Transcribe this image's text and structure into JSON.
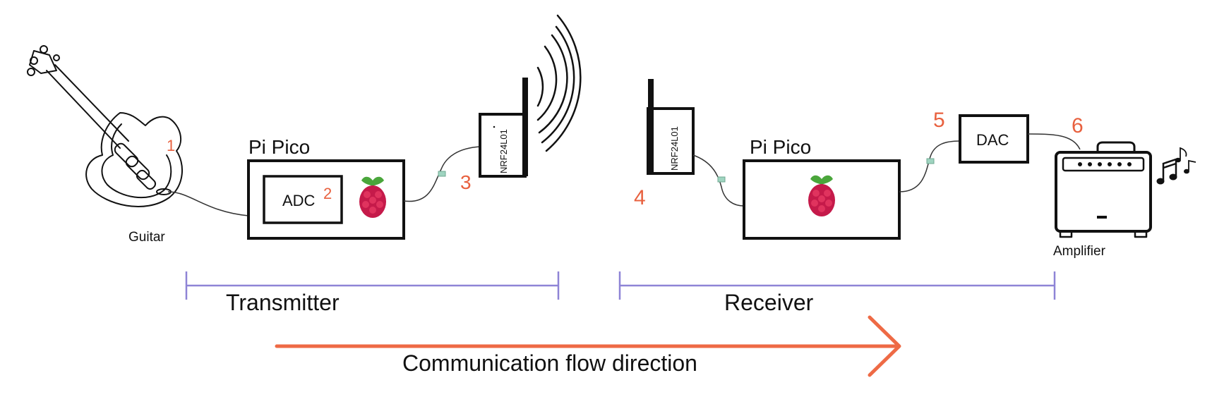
{
  "labels": {
    "guitar": "Guitar",
    "transmitter_board": "Pi Pico",
    "adc": "ADC",
    "nrf_tx": "NRF24L01",
    "nrf_rx": "NRF24L01",
    "receiver_board": "Pi Pico",
    "dac": "DAC",
    "amplifier": "Amplifier",
    "transmitter": "Transmitter",
    "receiver": "Receiver",
    "flow": "Communication flow direction"
  },
  "steps": [
    "1",
    "2",
    "3",
    "4",
    "5",
    "6"
  ],
  "colors": {
    "step_number": "#e8613f",
    "section_bracket": "#8e84d6",
    "flow_arrow": "#ee6a45",
    "raspberry_red": "#c51a4a",
    "raspberry_leaf": "#4aa63b",
    "line": "#111111"
  }
}
